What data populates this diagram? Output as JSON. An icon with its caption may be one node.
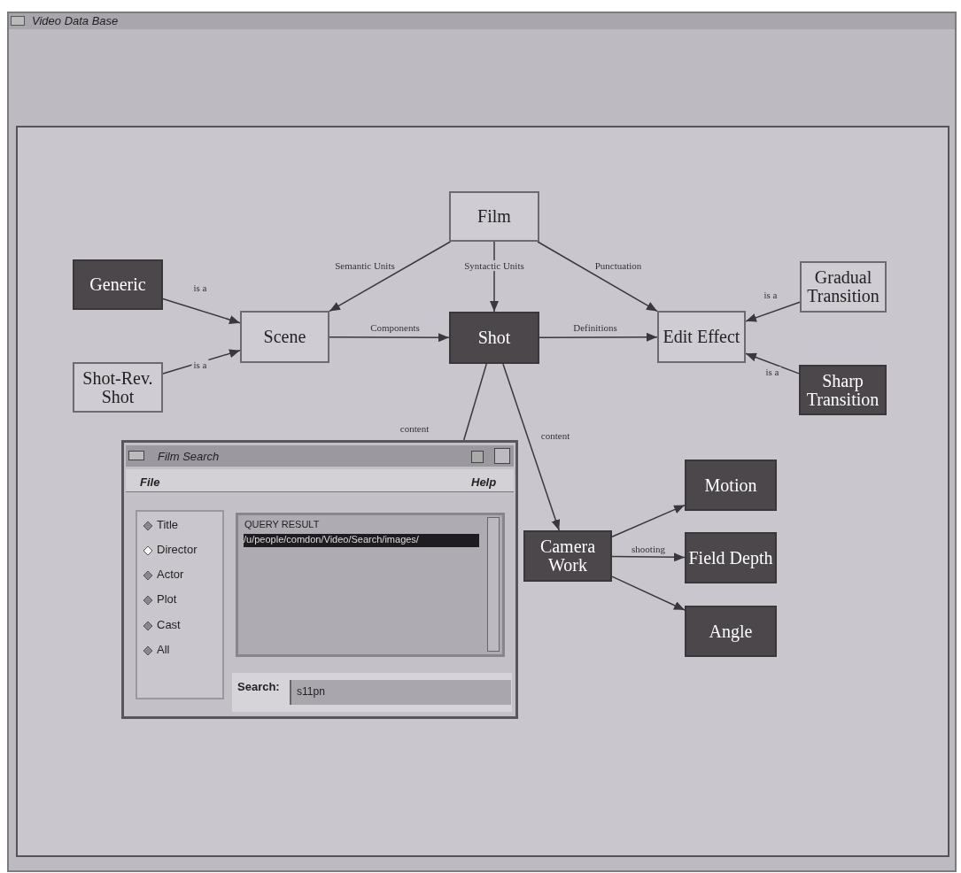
{
  "diagram": {
    "nodes": [
      {
        "text": [
          "Film"
        ]
      },
      {
        "text": [
          "Generic"
        ]
      },
      {
        "text": [
          "Scene"
        ]
      },
      {
        "text": [
          "Shot"
        ]
      },
      {
        "text": [
          "Edit Effect"
        ]
      },
      {
        "text": [
          "Gradual Transition"
        ]
      },
      {
        "text": [
          "Shot-Rev. Shot"
        ]
      },
      {
        "text": [
          "Sharp Transition"
        ]
      },
      {
        "text": [
          "Motion"
        ]
      },
      {
        "text": [
          "Camera Work"
        ]
      },
      {
        "text": [
          "Field Depth"
        ]
      },
      {
        "text": [
          "Angle"
        ]
      },
      {
        "text": [
          "Film Search"
        ]
      }
    ],
    "edges": [
      {
        "from": 0,
        "to": 2,
        "arrow": "to",
        "label": "Semantic Units"
      },
      {
        "from": 0,
        "to": 3,
        "arrow": "to",
        "label": "Syntactic Units"
      },
      {
        "from": 0,
        "to": 4,
        "arrow": "to",
        "label": "Punctuation"
      },
      {
        "from": 1,
        "to": 2,
        "arrow": "to",
        "label": "is a"
      },
      {
        "from": 6,
        "to": 2,
        "arrow": "to",
        "label": "is a"
      },
      {
        "from": 2,
        "to": 3,
        "arrow": "to",
        "label": "Components"
      },
      {
        "from": 3,
        "to": 4,
        "arrow": "to",
        "label": "Definitions"
      },
      {
        "from": 5,
        "to": 4,
        "arrow": "to",
        "label": "is a"
      },
      {
        "from": 7,
        "to": 4,
        "arrow": "to",
        "label": "is a"
      },
      {
        "from": 3,
        "to": 12,
        "arrow": "none",
        "label": "content"
      },
      {
        "from": 3,
        "to": 9,
        "arrow": "to",
        "label": "content"
      },
      {
        "from": 9,
        "to": 8,
        "arrow": "to"
      },
      {
        "from": 9,
        "to": 10,
        "arrow": "to",
        "label": "shooting"
      },
      {
        "from": 9,
        "to": 11,
        "arrow": "to"
      }
    ],
    "labels": [
      "Video Data Base",
      "File",
      "Help",
      "Title",
      "Director",
      "Actor",
      "Plot",
      "Cast",
      "All",
      "QUERY RESULT",
      "/u/people/comdon/Video/Search/images/",
      "Search:",
      "s11pn"
    ]
  }
}
